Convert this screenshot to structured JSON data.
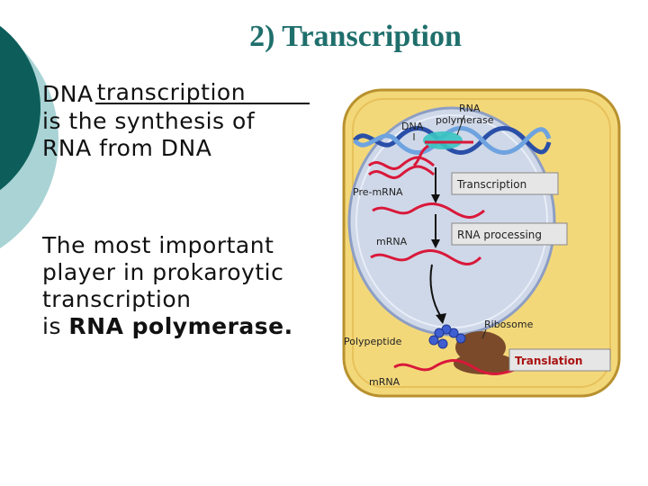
{
  "slide": {
    "title": "2) Transcription",
    "paragraph1": {
      "lead": "DNA",
      "blank_text": "transcription",
      "line2": "is the synthesis of",
      "line3": "RNA from DNA"
    },
    "paragraph2": {
      "line1": "The most important",
      "line2": "player in prokaroytic",
      "line3": "transcription",
      "line4_prefix": "is ",
      "line4_bold": "RNA polymerase."
    }
  },
  "figure": {
    "labels": {
      "rna_polymerase_line1": "RNA",
      "rna_polymerase_line2": "polymerase",
      "dna": "DNA",
      "pre_mrna": "Pre-mRNA",
      "transcription": "Transcription",
      "mrna_nucleus": "mRNA",
      "rna_processing": "RNA processing",
      "ribosome": "Ribosome",
      "polypeptide": "Polypeptide",
      "translation": "Translation",
      "mrna_cytoplasm": "mRNA"
    }
  },
  "colors": {
    "title": "#1f6f6c",
    "deco_dark": "#0d5e5a",
    "deco_light": "#a9d3d5",
    "cell_fill": "#f3d87a",
    "nucleus_fill": "#cfd8e8",
    "rna": "#d9183a",
    "dna": "#2a4fa8"
  }
}
